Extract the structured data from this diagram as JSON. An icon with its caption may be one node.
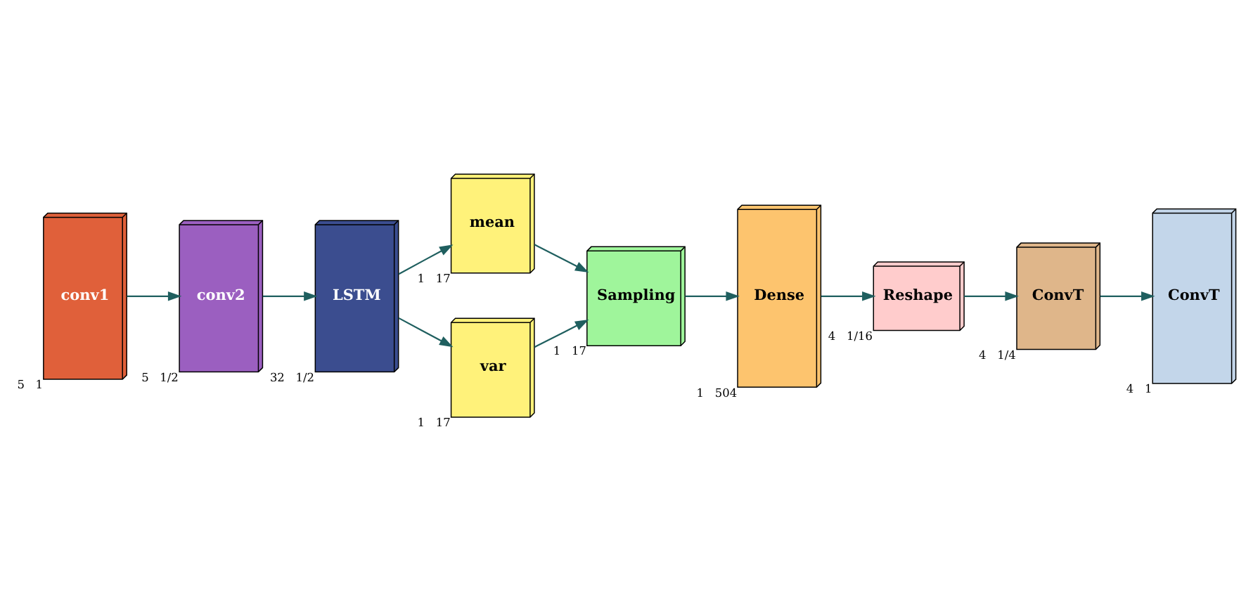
{
  "diagram": {
    "nodes": [
      {
        "text": [
          "conv1"
        ],
        "beside": [
          "5",
          "1"
        ]
      },
      {
        "text": [
          "conv2"
        ],
        "beside": [
          "5",
          "1/2"
        ]
      },
      {
        "text": [
          "LSTM"
        ],
        "beside": [
          "32",
          "1/2"
        ]
      },
      {
        "text": [
          "mean"
        ],
        "beside": [
          "1",
          "17"
        ]
      },
      {
        "text": [
          "var"
        ],
        "beside": [
          "1",
          "17"
        ]
      },
      {
        "text": [
          "Sampling"
        ],
        "beside": [
          "1",
          "17"
        ]
      },
      {
        "text": [
          "Dense"
        ],
        "beside": [
          "1",
          "504"
        ]
      },
      {
        "text": [
          "Reshape"
        ],
        "beside": [
          "4",
          "1/16"
        ]
      },
      {
        "text": [
          "ConvT"
        ],
        "beside": [
          "4",
          "1/4"
        ]
      },
      {
        "text": [
          "ConvT"
        ],
        "beside": [
          "4",
          "1"
        ]
      }
    ],
    "edges": [
      {
        "from": 0,
        "to": 1,
        "arrow": "to"
      },
      {
        "from": 1,
        "to": 2,
        "arrow": "to"
      },
      {
        "from": 2,
        "to": 3,
        "arrow": "to"
      },
      {
        "from": 2,
        "to": 4,
        "arrow": "to"
      },
      {
        "from": 3,
        "to": 5,
        "arrow": "to"
      },
      {
        "from": 4,
        "to": 5,
        "arrow": "to"
      },
      {
        "from": 5,
        "to": 6,
        "arrow": "to"
      },
      {
        "from": 6,
        "to": 7,
        "arrow": "to"
      },
      {
        "from": 7,
        "to": 8,
        "arrow": "to"
      },
      {
        "from": 8,
        "to": 9,
        "arrow": "to"
      }
    ]
  }
}
